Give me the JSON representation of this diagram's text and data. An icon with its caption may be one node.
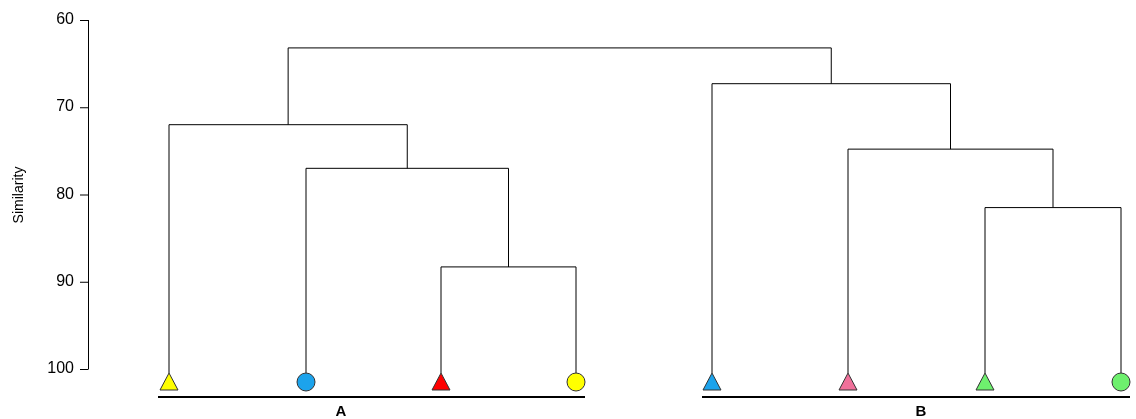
{
  "diagram": {
    "nodes": [
      {
        "text": [],
        "shape": "triangle"
      },
      {
        "text": [],
        "shape": "circle"
      },
      {
        "text": [],
        "shape": "triangle"
      },
      {
        "text": [],
        "shape": "circle"
      },
      {
        "text": [],
        "shape": "triangle"
      },
      {
        "text": [],
        "shape": "triangle"
      },
      {
        "text": [],
        "shape": "triangle"
      },
      {
        "text": [],
        "shape": "circle"
      }
    ],
    "labels": [
      "60",
      "70",
      "80",
      "90",
      "100",
      "Similarity",
      "A",
      "B"
    ]
  }
}
